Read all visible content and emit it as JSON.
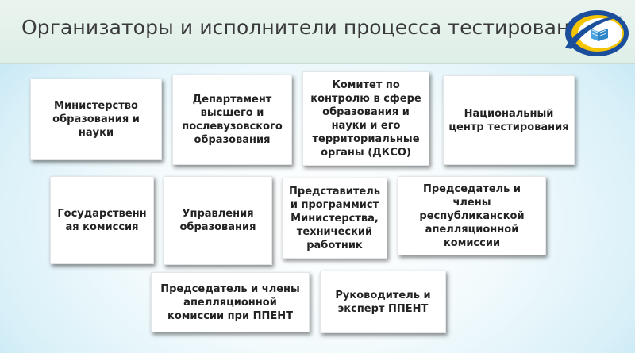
{
  "header": {
    "title": "Организаторы и исполнители процесса тестирования",
    "logo_icon": "book-swoosh-logo"
  },
  "cards": {
    "ministry": "Министерство образования и науки",
    "department": "Департамент высшего и послевузовского образования",
    "committee": "Комитет по контролю в сфере образования и науки и его территориальные органы (ДКСО)",
    "ntc": "Национальный центр тестирования",
    "state_commission": "Государственн ая комиссия",
    "edu_departments": "Управления образования",
    "representative": "Представитель и программист Министерства, технический работник",
    "republic_appeal": "Председатель и члены республиканской апелляционной комиссии",
    "ppent_appeal": "Председатель и члены апелляционной комиссии при ППЕНТ",
    "ppent_head": "Руководитель и эксперт ППЕНТ"
  },
  "colors": {
    "header_bg": "#e4f1eb",
    "logo_blue": "#1b4f9c",
    "logo_yellow": "#f5c400",
    "page_glow": "#b6e1f1"
  }
}
